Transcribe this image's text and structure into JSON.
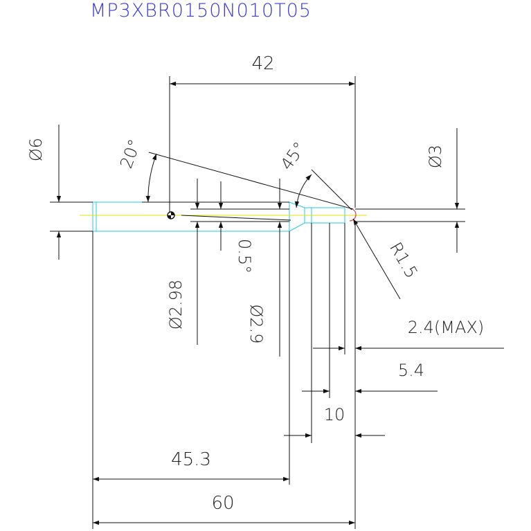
{
  "title": "MP3XBR0150N010T05",
  "colors": {
    "background": "#ffffff",
    "dimension_line": "#111111",
    "title": "#3a3ad8",
    "tool_outline": "#22c8e8",
    "center_line": "#e8e000",
    "tip_radius": "#d04040"
  },
  "dimensions": {
    "overall_length": "60",
    "shank_length": "45.3",
    "tip_to_point": "42",
    "length_10": "10",
    "length_5_4": "5.4",
    "length_2_4_max": "2.4(MAX)",
    "shank_diameter": "Ø6",
    "tip_diameter": "Ø3",
    "diameter_2_98": "Ø2.98",
    "diameter_2_9": "Ø2.9",
    "taper_angle": "0.5°",
    "angle_20": "20°",
    "angle_45": "45°",
    "radius": "R1.5"
  }
}
